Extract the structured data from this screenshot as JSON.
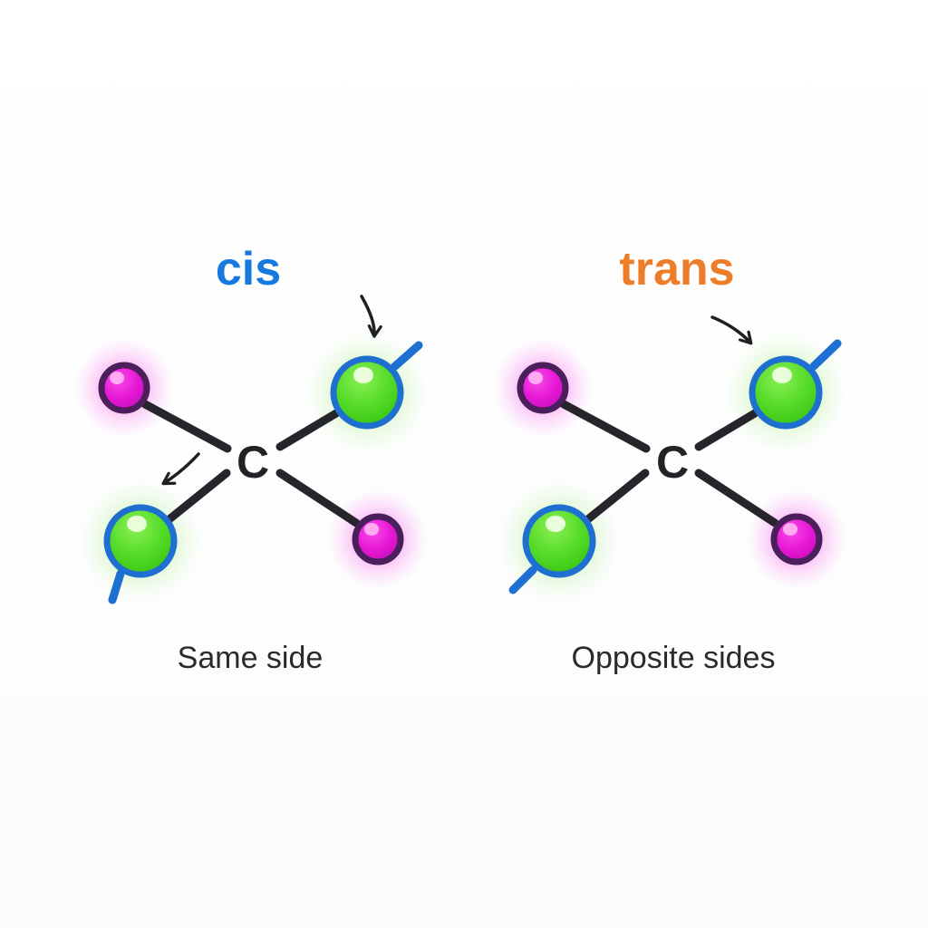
{
  "figure": {
    "left": {
      "title": "cis",
      "title_color": "#1679df",
      "center_label": "C",
      "caption": "Same side",
      "atoms": [
        {
          "position": "top-left",
          "color": "pink"
        },
        {
          "position": "top-right",
          "color": "green"
        },
        {
          "position": "bottom-left",
          "color": "green"
        },
        {
          "position": "bottom-right",
          "color": "pink"
        }
      ]
    },
    "right": {
      "title": "trans",
      "title_color": "#ee7d2a",
      "center_label": "C",
      "caption": "Opposite sides",
      "atoms": [
        {
          "position": "top-left",
          "color": "pink"
        },
        {
          "position": "top-right",
          "color": "green"
        },
        {
          "position": "bottom-left",
          "color": "green"
        },
        {
          "position": "bottom-right",
          "color": "pink"
        }
      ]
    }
  },
  "colors": {
    "pink_fill": "#e718d6",
    "pink_outline": "#4b1e5c",
    "green_fill": "#4fd724",
    "green_outline": "#1e6fd0",
    "bond": "#26252b",
    "blue_bond": "#1d6fd2",
    "arrow": "#1f1f24",
    "carbon_label": "#222227",
    "caption": "#2a2a2e",
    "background": "#ffffff"
  }
}
